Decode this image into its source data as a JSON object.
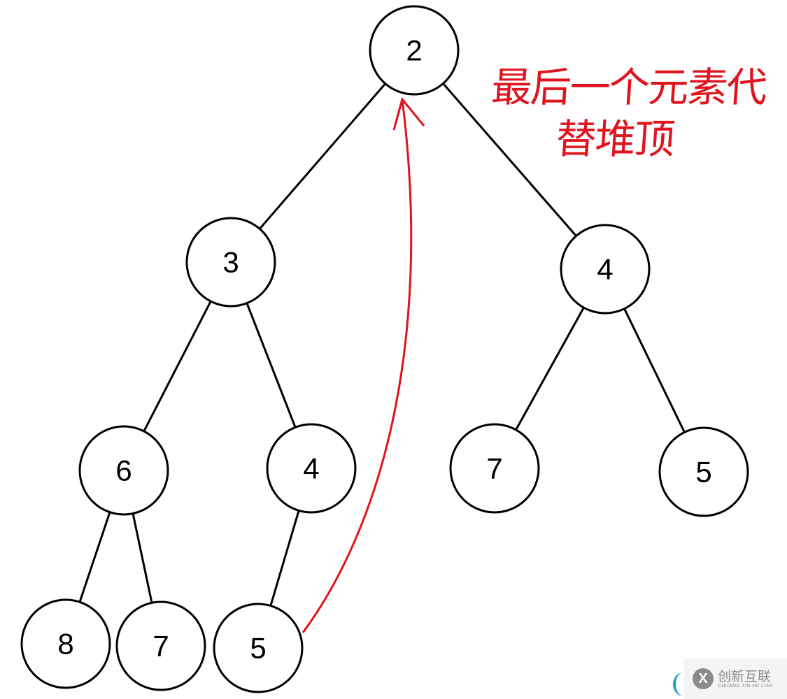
{
  "heap": {
    "nodes": [
      2,
      3,
      4,
      6,
      4,
      7,
      5,
      8,
      7,
      5
    ],
    "edges": [
      [
        0,
        1
      ],
      [
        0,
        2
      ],
      [
        1,
        3
      ],
      [
        1,
        4
      ],
      [
        2,
        5
      ],
      [
        2,
        6
      ],
      [
        3,
        7
      ],
      [
        3,
        8
      ],
      [
        4,
        9
      ]
    ]
  },
  "annotation": {
    "line1": "最后一个元素代",
    "line2": "替堆顶",
    "arrow_from_node": 9,
    "arrow_to_node": 0,
    "color": "#e0141e"
  },
  "watermark": {
    "logo": "X",
    "name": "创新互联",
    "subtitle": "CHUANG XIN HU LIAN"
  }
}
